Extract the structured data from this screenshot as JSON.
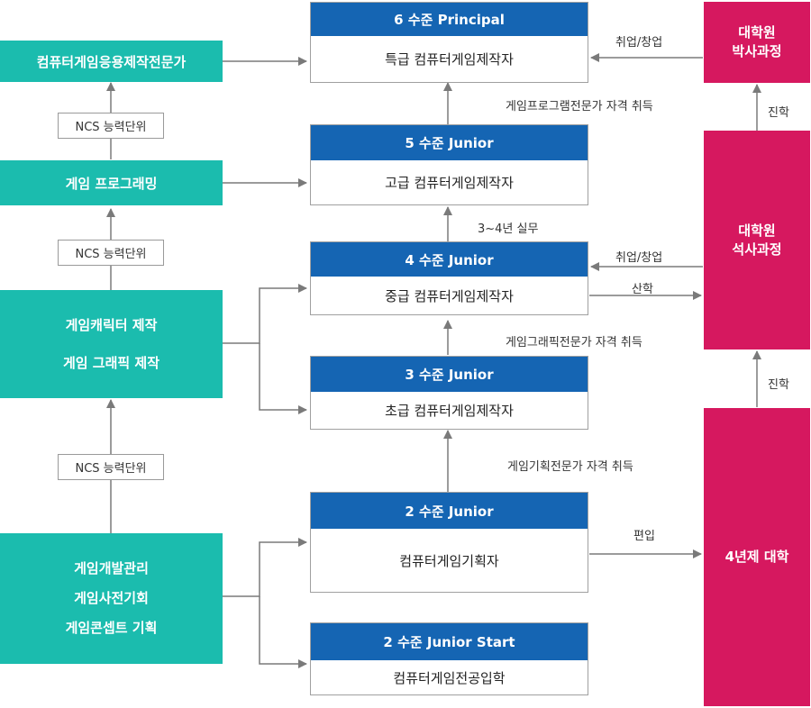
{
  "left": {
    "top_box": "컴퓨터게임응용제작전문가",
    "programming": "게임 프로그래밍",
    "graphics": [
      "게임캐릭터 제작",
      "게임 그래픽 제작"
    ],
    "planning": [
      "게임개발관리",
      "게임사전기회",
      "게임콘셉트 기획"
    ],
    "ncs_label": "NCS 능력단위"
  },
  "levels": [
    {
      "header": "6 수준 Principal",
      "title": "특급 컴퓨터게임제작자"
    },
    {
      "header": "5 수준 Junior",
      "title": "고급 컴퓨터게임제작자"
    },
    {
      "header": "4 수준 Junior",
      "title": "중급 컴퓨터게임제작자"
    },
    {
      "header": "3 수준 Junior",
      "title": "초급 컴퓨터게임제작자"
    },
    {
      "header": "2 수준 Junior",
      "title": "컴퓨터게임기획자"
    },
    {
      "header": "2 수준 Junior Start",
      "title": "컴퓨터게임전공입학"
    }
  ],
  "transitions": {
    "to_6": "게임프로그램전문가 자격 취득",
    "to_5": "3~4년 실무",
    "to_4": "게임그래픽전문가 자격 취득",
    "to_3": "게임기획전문가 자격 취득"
  },
  "right": {
    "phd": [
      "대학원",
      "박사과정"
    ],
    "masters": [
      "대학원",
      "석사과정"
    ],
    "university": "4년제 대학",
    "employ_label": "취업/창업",
    "advance_label": "진학",
    "industry_label": "산학",
    "transfer_label": "편입"
  },
  "colors": {
    "teal": "#1bbcae",
    "blue": "#1565b3",
    "pink": "#d6185f",
    "arrow": "#7a7a7a"
  }
}
